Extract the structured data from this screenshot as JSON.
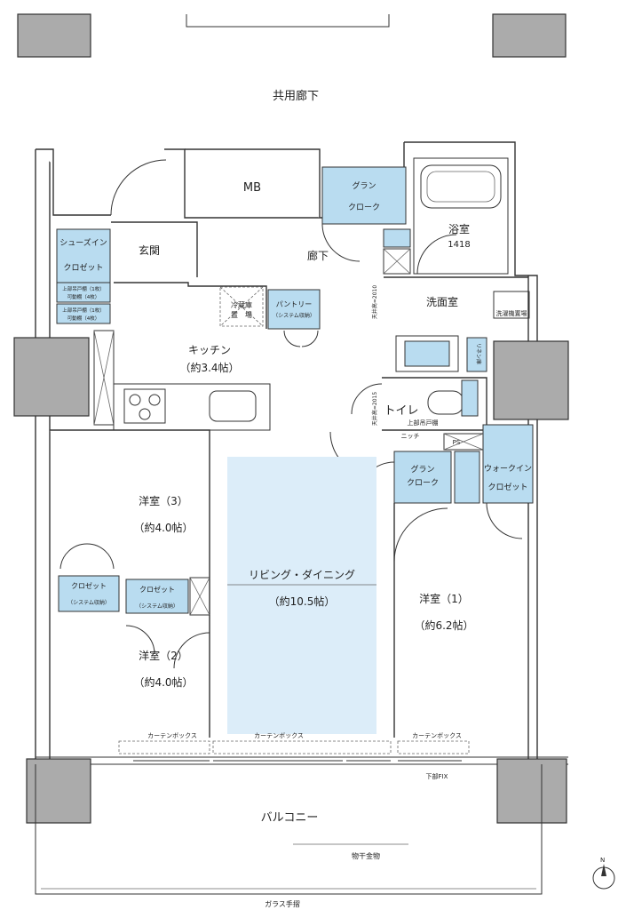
{
  "labels": {
    "corridor": "共用廊下",
    "mb": "MB",
    "grand_cloak_top": "グラン",
    "grand_cloak_bottom": "クローク",
    "bath": "浴室",
    "bath_size": "1418",
    "entrance": "玄関",
    "hallway": "廊下",
    "shoes_in_top": "シューズイン",
    "shoes_in_bottom": "クロゼット",
    "shelf_top_1": "上部吊戸棚（1枚）",
    "shelf_top_2": "可動棚（4枚）",
    "shelf_bottom_1": "上部吊戸棚（1枚）",
    "shelf_bottom_2": "可動棚（4枚）",
    "fridge_top": "冷蔵庫",
    "fridge_bottom": "置　場",
    "pantry_top": "パントリー",
    "pantry_bottom": "（システム収納）",
    "kitchen": "キッチン",
    "kitchen_size": "（約3.4帖）",
    "wash_room": "洗面室",
    "washer": "洗濯機置場",
    "linen": "リネン庫",
    "toilet": "トイレ",
    "toilet_shelf": "上部吊戸棚",
    "niche": "ニッチ",
    "ps": "PS",
    "grand_cloak2_top": "グラン",
    "grand_cloak2_bottom": "クローク",
    "walkin_top": "ウォークイン",
    "walkin_bottom": "クロゼット",
    "room3": "洋室（3）",
    "room3_size": "（約4.0帖）",
    "living": "リビング・ダイニング",
    "living_size": "（約10.5帖）",
    "room1": "洋室（1）",
    "room1_size": "（約6.2帖）",
    "closet_a_top": "クロゼット",
    "closet_a_bottom": "（システム収納）",
    "closet_b_top": "クロゼット",
    "closet_b_bottom": "（システム収納）",
    "room2": "洋室（2）",
    "room2_size": "（約4.0帖）",
    "curtain_box": "カーテンボックス",
    "lower_fix": "下部FIX",
    "balcony": "バルコニー",
    "drying_rack": "物干金物",
    "glass_railing": "ガラス手摺",
    "ceiling_h1": "天井高=2010",
    "ceiling_h2": "天井高=2015",
    "north": "N"
  },
  "colors": {
    "storage_blue": "#b9dcf0",
    "living_fill": "#dcedf9",
    "column_gray": "#ababab",
    "wall_line": "#333333"
  },
  "icons": [
    "north-arrow-icon",
    "sink-icon",
    "cooktop-icon",
    "bathtub-icon",
    "toilet-icon",
    "washbasin-icon"
  ]
}
